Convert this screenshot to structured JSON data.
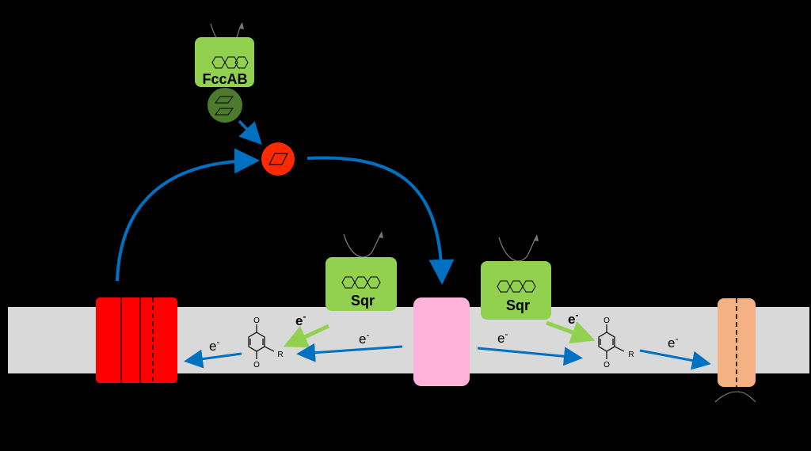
{
  "labels": {
    "fccab": "FccAB",
    "sqr_left": "Sqr",
    "sqr_right": "Sqr",
    "electron": "e",
    "electron_sup": "-",
    "r_group": "R"
  },
  "colors": {
    "background": "#000000",
    "membrane": "#d9d9d9",
    "red_complex": "#ff0000",
    "sulfur_red": "#ff2a00",
    "sqr_green": "#92d050",
    "fccab_green": "#92d050",
    "dark_green": "#4e7a2e",
    "pink_complex": "#ffb3d9",
    "orange_complex": "#f4b183",
    "blue_arrow": "#0070c0",
    "green_arrow": "#92d050"
  },
  "icons": [
    "sulfide-icon",
    "quinone-icon",
    "helix-icon",
    "heme-icon"
  ]
}
